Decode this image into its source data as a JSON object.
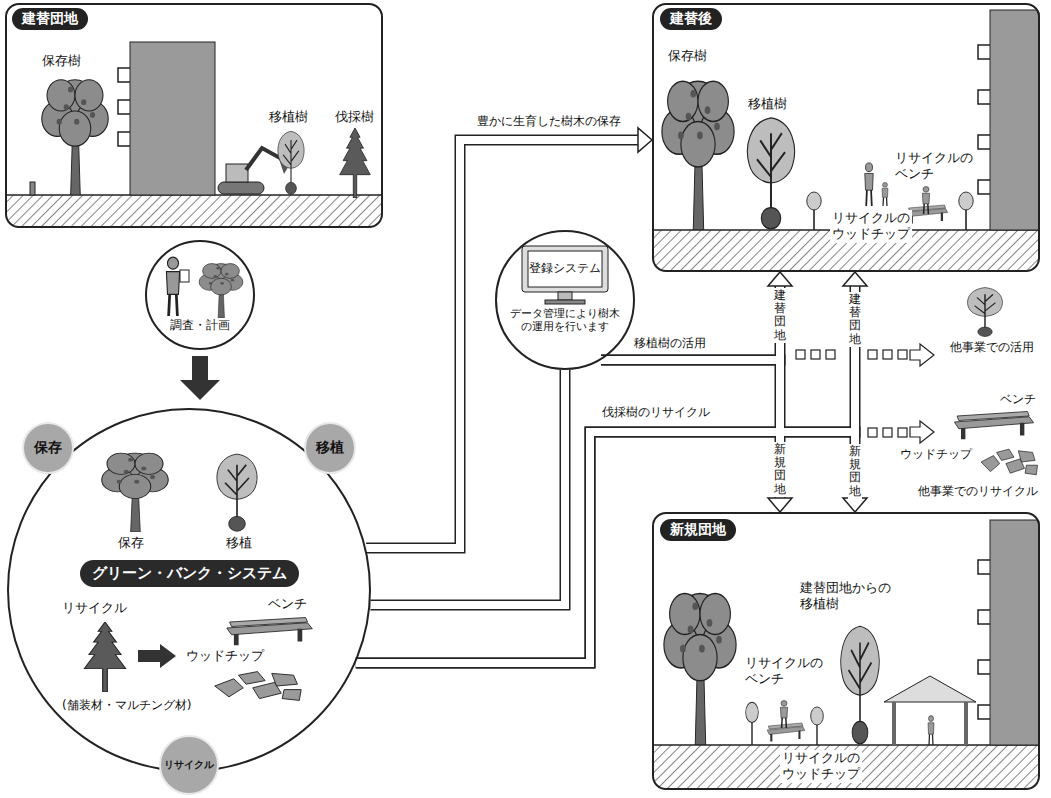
{
  "diagram": {
    "nodes": [
      {
        "text": [
          "建替団地",
          "保存樹",
          "移植樹",
          "伐採樹"
        ]
      },
      {
        "text": [
          "調査・計画"
        ]
      },
      {
        "text": [
          "保存",
          "移植",
          "リサイクル",
          "ベンチ",
          "ウッドチップ",
          "(舗装材・マルチング材)"
        ]
      },
      {
        "text": [
          "保存"
        ],
        "in": 2
      },
      {
        "text": [
          "移植"
        ],
        "in": 2
      },
      {
        "text": [
          "グリーン・バンク・システム"
        ],
        "in": 2
      },
      {
        "text": [
          "リサイクル"
        ],
        "in": 2
      },
      {
        "text": [
          "登録システム",
          "データ管理により樹木の運用を行います"
        ]
      },
      {
        "text": [
          "建替後",
          "保存樹",
          "移植樹",
          "リサイクルのベンチ",
          "リサイクルのウッドチップ"
        ]
      },
      {
        "text": [
          "新規団地",
          "建替団地からの移植樹",
          "リサイクルのベンチ",
          "リサイクルのウッドチップ"
        ]
      }
    ],
    "edges": [
      {
        "from": 2,
        "to": 8,
        "arrow": "to",
        "label": "豊かに生育した樹木の保存"
      },
      {
        "from": 2,
        "to": 7,
        "arrow": "none"
      },
      {
        "from": 7,
        "to": 8,
        "arrow": "to",
        "label": "移植樹の活用"
      },
      {
        "from": 7,
        "to": 9,
        "arrow": "to"
      },
      {
        "from": 2,
        "to": 8,
        "arrow": "to",
        "label": "伐採樹のリサイクル"
      },
      {
        "from": 2,
        "to": 9,
        "arrow": "to"
      }
    ],
    "labels": [
      "建替団地",
      "建替団地",
      "新規団地",
      "新規団地",
      "他事業での活用",
      "ベンチ",
      "ウッドチップ",
      "他事業でのリサイクル"
    ]
  }
}
